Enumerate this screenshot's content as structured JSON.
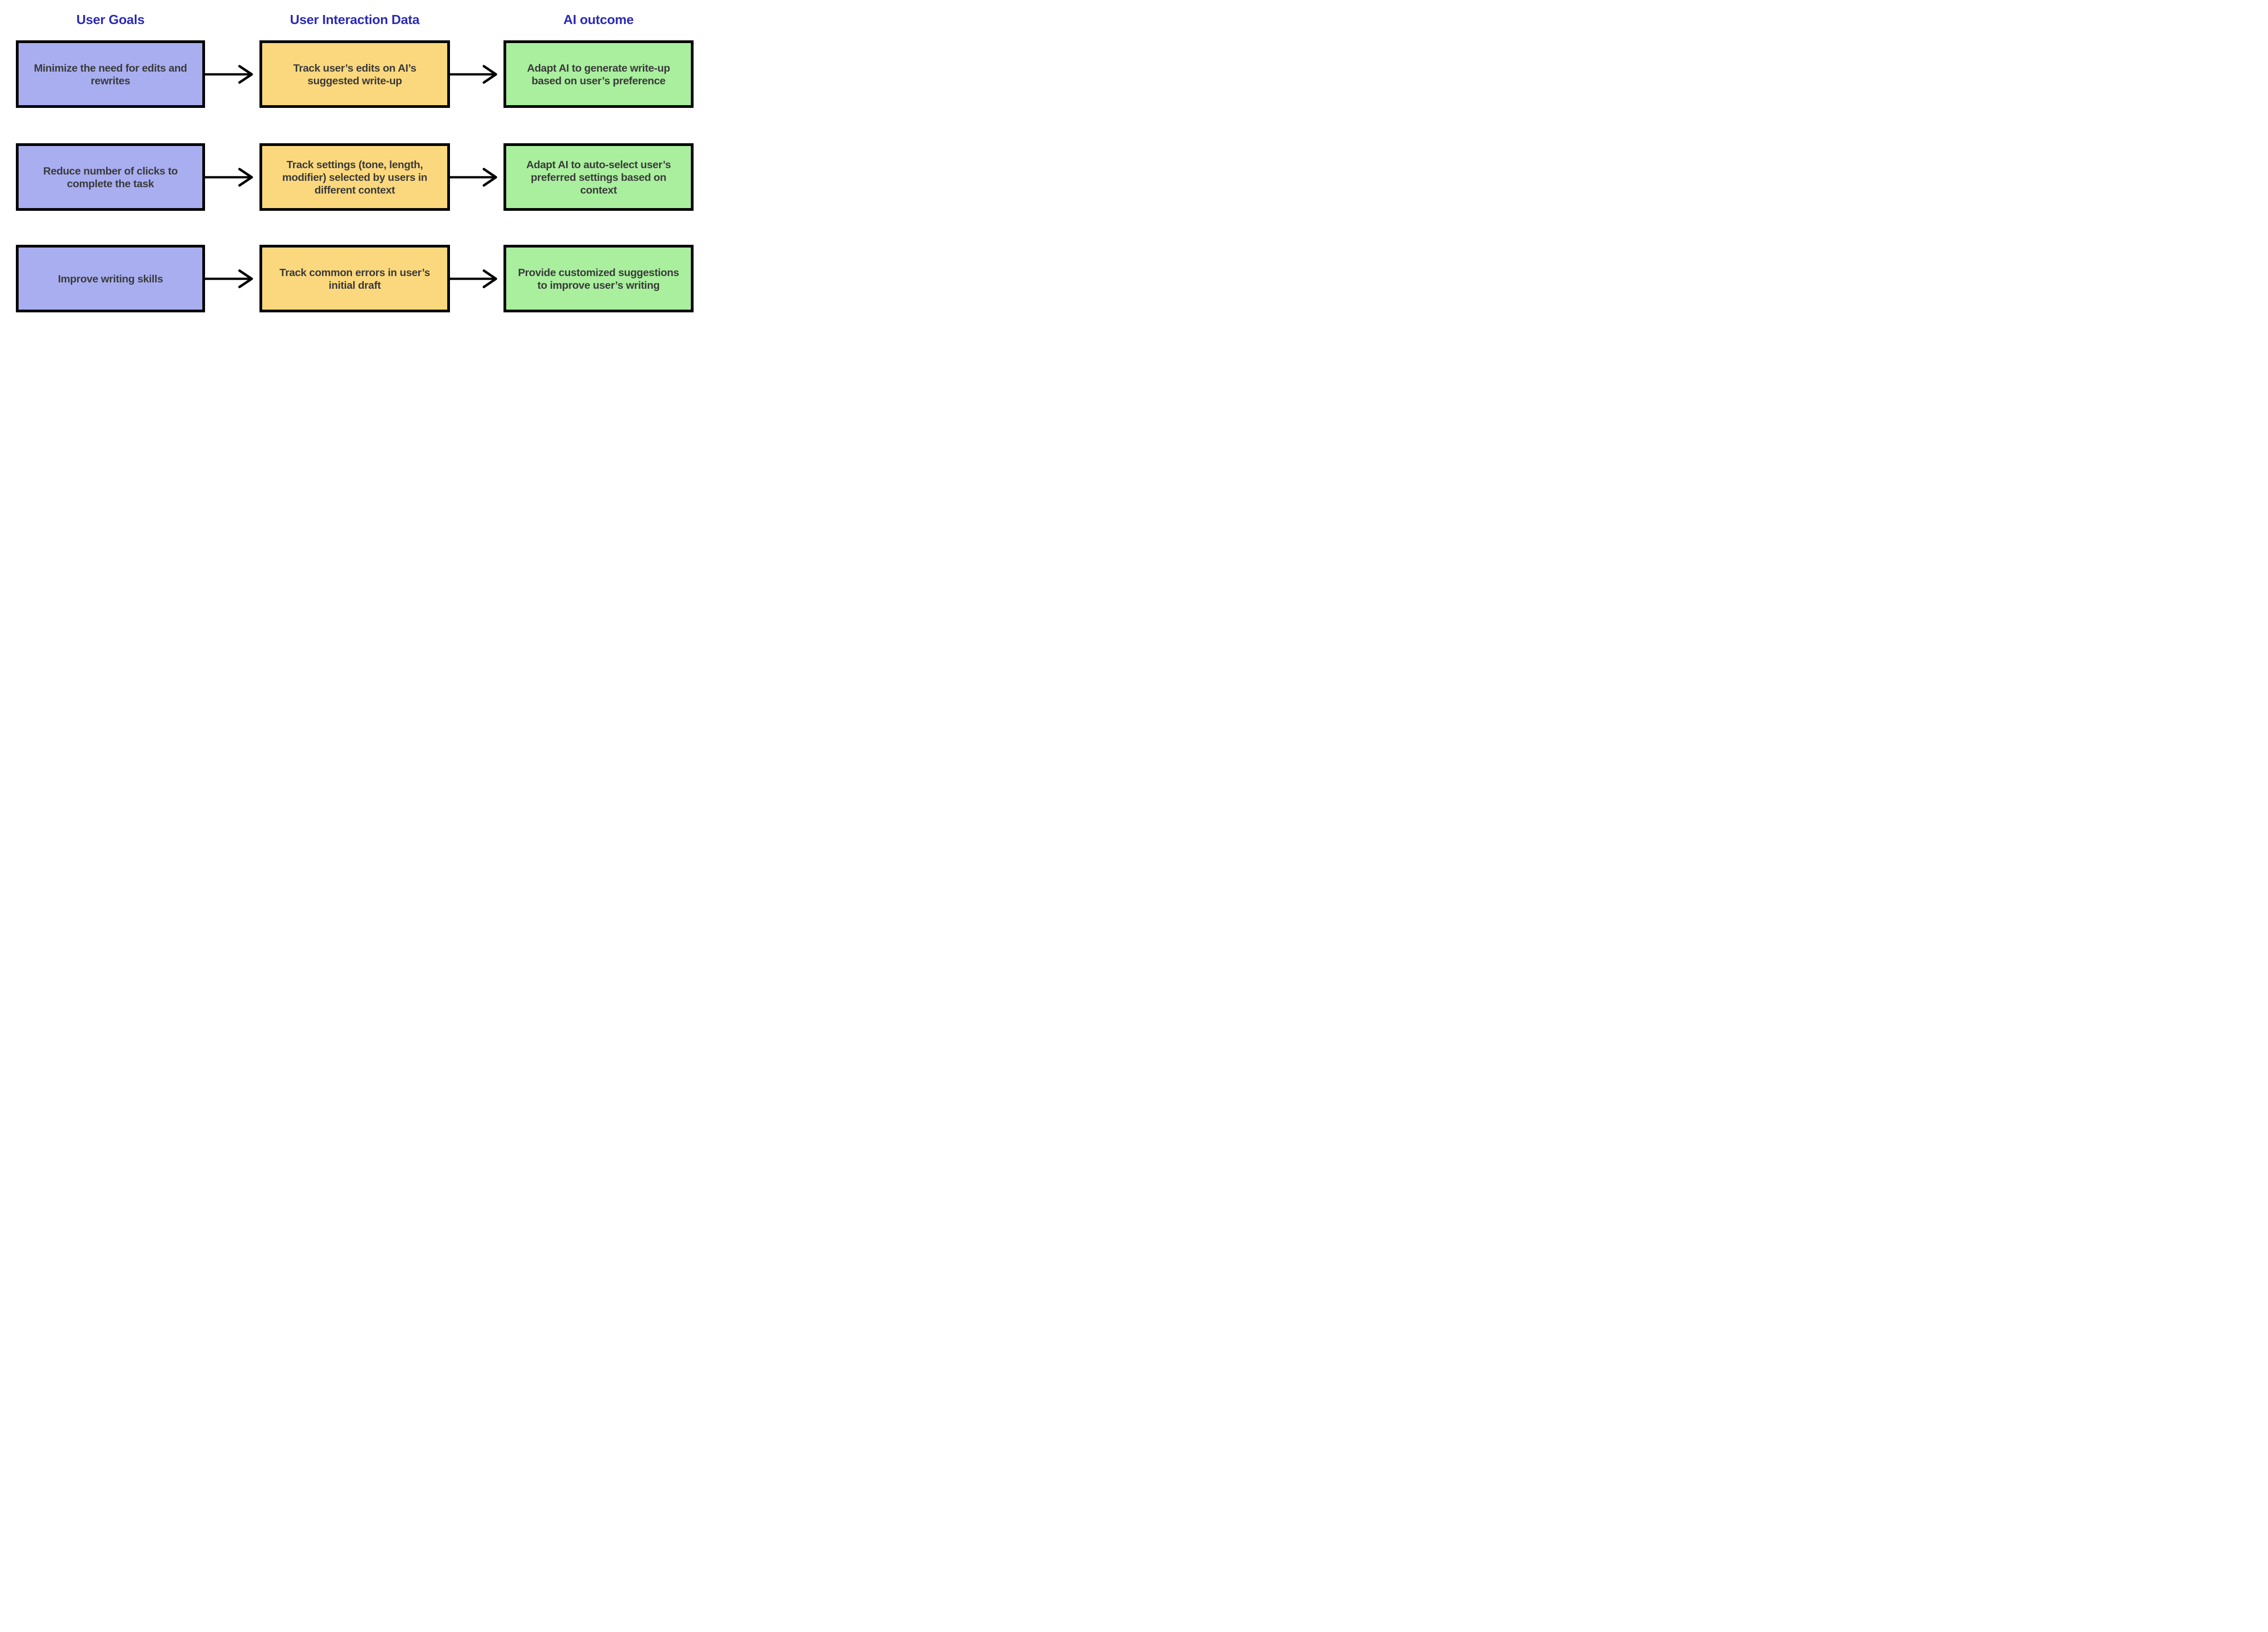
{
  "headers": [
    "User Goals",
    "User Interaction Data",
    "AI outcome"
  ],
  "rows": [
    {
      "goal": "Minimize the need for edits and rewrites",
      "data": "Track user’s edits on AI’s suggested write-up",
      "outcome": "Adapt AI to generate write-up based on user’s preference"
    },
    {
      "goal": "Reduce number of clicks to complete the task",
      "data": "Track settings (tone, length, modifier) selected by users in different context",
      "outcome": "Adapt AI to auto-select user’s preferred settings based on context"
    },
    {
      "goal": "Improve writing skills",
      "data": "Track common errors in user’s initial draft",
      "outcome": "Provide customized suggestions to improve user’s writing"
    }
  ],
  "theme": {
    "header_color": "#2b2bb5",
    "text_color": "#3b3b3b",
    "border_color": "#000000",
    "arrow_color": "#000000",
    "goal_fill": "#a8aef0",
    "data_fill": "#fbd87d",
    "outcome_fill": "#a9ef9e"
  },
  "icons": {
    "arrow": "right-arrow"
  }
}
